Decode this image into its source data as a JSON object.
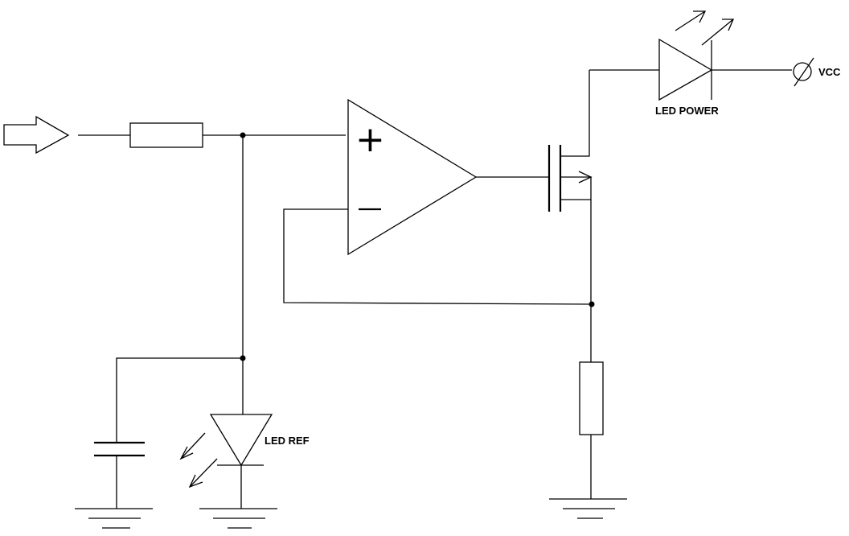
{
  "labels": {
    "led_power": "LED POWER",
    "vcc": "VCC",
    "led_ref": "LED REF"
  },
  "symbols": {
    "opamp_plus": "+",
    "opamp_minus": "−"
  }
}
